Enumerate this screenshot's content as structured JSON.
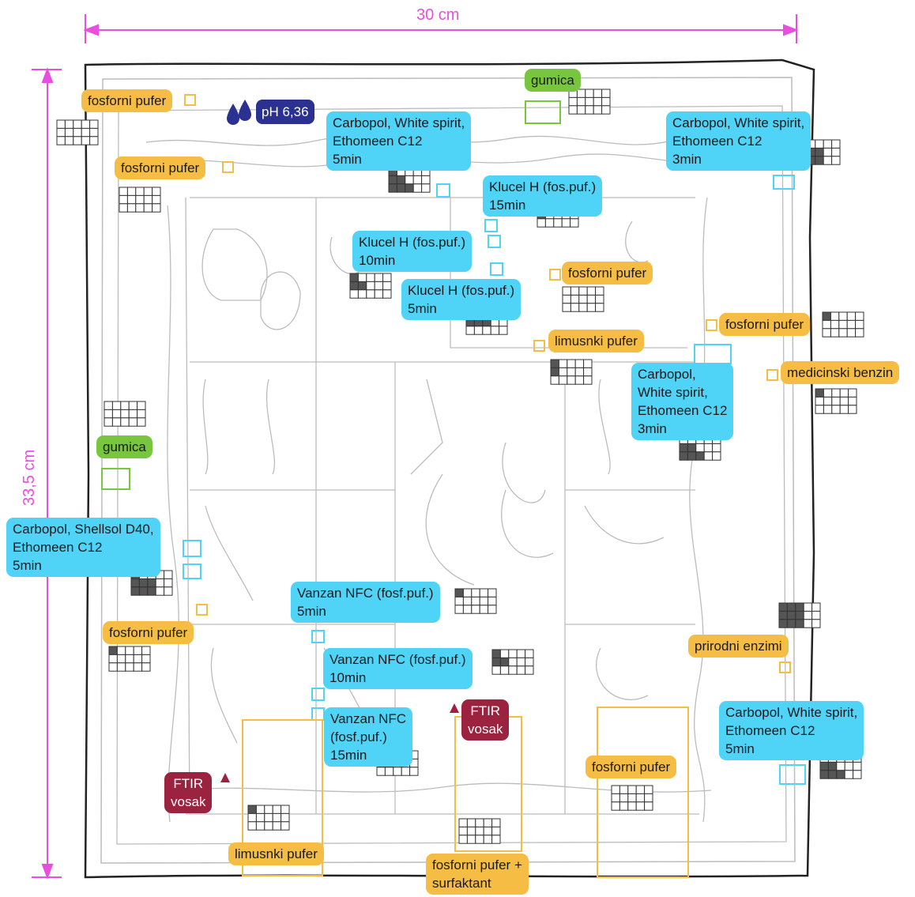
{
  "dimensions": {
    "width_label": "30 cm",
    "height_label": "33,5 cm"
  },
  "colors": {
    "phosphate": "#f6bd45",
    "gel": "#4fd3f7",
    "rubber": "#78c63d",
    "ftir": "#9b2340",
    "ph_badge": "#2a3191",
    "dimension": "#e94ee0",
    "outline": "#222222",
    "sketch": "#bcbcbc",
    "grid_fill": "#555555"
  },
  "ph_badge": {
    "icon": "drops-icon",
    "text": "pH 6,36"
  },
  "labels": [
    {
      "id": "fosforni-pufer-1",
      "type": "orange",
      "lines": [
        "fosforni pufer"
      ]
    },
    {
      "id": "fosforni-pufer-2",
      "type": "orange",
      "lines": [
        "fosforni pufer"
      ]
    },
    {
      "id": "gumica-top",
      "type": "green",
      "lines": [
        "gumica"
      ]
    },
    {
      "id": "carbopol-ws-1",
      "type": "blue",
      "lines": [
        "Carbopol, White spirit,",
        "Ethomeen C12",
        "5min"
      ]
    },
    {
      "id": "carbopol-ws-2",
      "type": "blue",
      "lines": [
        "Carbopol, White spirit,",
        "Ethomeen C12",
        "3min"
      ]
    },
    {
      "id": "klucel-15",
      "type": "blue",
      "lines": [
        "Klucel H (fos.puf.)",
        "15min"
      ]
    },
    {
      "id": "klucel-10",
      "type": "blue",
      "lines": [
        "Klucel H (fos.puf.)",
        "10min"
      ]
    },
    {
      "id": "klucel-5",
      "type": "blue",
      "lines": [
        "Klucel H (fos.puf.)",
        "5min"
      ]
    },
    {
      "id": "fosforni-pufer-3",
      "type": "orange",
      "lines": [
        "fosforni pufer"
      ]
    },
    {
      "id": "fosforni-pufer-4",
      "type": "orange",
      "lines": [
        "fosforni pufer"
      ]
    },
    {
      "id": "limusnki-pufer-1",
      "type": "orange",
      "lines": [
        "limusnki pufer"
      ]
    },
    {
      "id": "medicinski-benzin",
      "type": "orange",
      "lines": [
        "medicinski benzin"
      ]
    },
    {
      "id": "carbopol-ws-3",
      "type": "blue",
      "lines": [
        "Carbopol,",
        "White spirit,",
        "Ethomeen C12",
        "3min"
      ]
    },
    {
      "id": "gumica-left",
      "type": "green",
      "lines": [
        "gumica"
      ]
    },
    {
      "id": "carbopol-shellsol",
      "type": "blue",
      "lines": [
        "Carbopol, Shellsol D40,",
        "Ethomeen C12",
        "5min"
      ]
    },
    {
      "id": "vanzan-5",
      "type": "blue",
      "lines": [
        "Vanzan NFC (fosf.puf.)",
        "5min"
      ]
    },
    {
      "id": "fosforni-pufer-5",
      "type": "orange",
      "lines": [
        "fosforni pufer"
      ]
    },
    {
      "id": "prirodni-enzimi",
      "type": "orange",
      "lines": [
        "prirodni enzimi"
      ]
    },
    {
      "id": "vanzan-10",
      "type": "blue",
      "lines": [
        "Vanzan NFC (fosf.puf.)",
        "10min"
      ]
    },
    {
      "id": "vanzan-15",
      "type": "blue",
      "lines": [
        "Vanzan NFC",
        "(fosf.puf.)",
        "15min"
      ]
    },
    {
      "id": "ftir-right",
      "type": "ftir",
      "lines": [
        "FTIR",
        "vosak"
      ]
    },
    {
      "id": "carbopol-ws-4",
      "type": "blue",
      "lines": [
        "Carbopol, White spirit,",
        "Ethomeen C12",
        "5min"
      ]
    },
    {
      "id": "fosforni-pufer-6",
      "type": "orange",
      "lines": [
        "fosforni pufer"
      ]
    },
    {
      "id": "ftir-left",
      "type": "ftir",
      "lines": [
        "FTIR",
        "vosak"
      ]
    },
    {
      "id": "limusnki-pufer-2",
      "type": "orange",
      "lines": [
        "limusnki pufer"
      ]
    },
    {
      "id": "fosforni-surf",
      "type": "orange",
      "lines": [
        "fosforni pufer +",
        "surfaktant"
      ]
    }
  ]
}
